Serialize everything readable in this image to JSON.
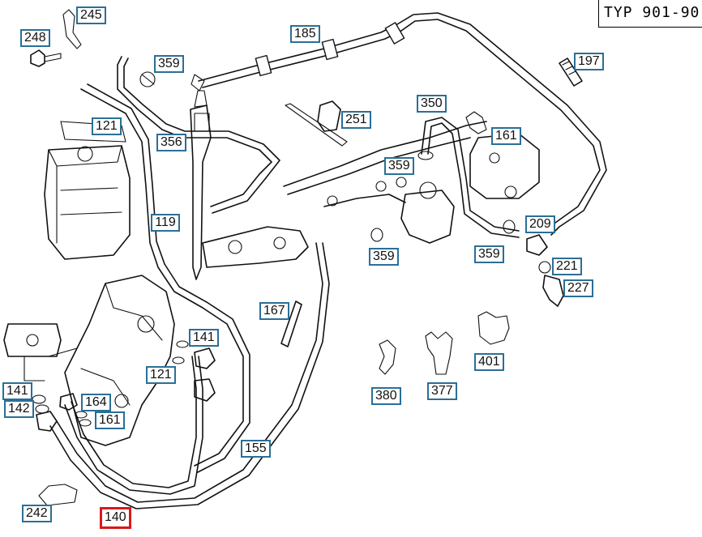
{
  "diagram": {
    "model_label": "TYP 901-90",
    "colors": {
      "callout_border": "#2a6f97",
      "selected_border": "#d7191c",
      "line": "#111111"
    },
    "callouts": [
      {
        "id": "c245",
        "label": "245"
      },
      {
        "id": "c248",
        "label": "248"
      },
      {
        "id": "c185",
        "label": "185"
      },
      {
        "id": "c359a",
        "label": "359"
      },
      {
        "id": "c197",
        "label": "197"
      },
      {
        "id": "c121a",
        "label": "121"
      },
      {
        "id": "c350",
        "label": "350"
      },
      {
        "id": "c251",
        "label": "251"
      },
      {
        "id": "c161a",
        "label": "161"
      },
      {
        "id": "c356",
        "label": "356"
      },
      {
        "id": "c359b",
        "label": "359"
      },
      {
        "id": "c119",
        "label": "119"
      },
      {
        "id": "c209",
        "label": "209"
      },
      {
        "id": "c359c",
        "label": "359"
      },
      {
        "id": "c359d",
        "label": "359"
      },
      {
        "id": "c221",
        "label": "221"
      },
      {
        "id": "c227",
        "label": "227"
      },
      {
        "id": "c167",
        "label": "167"
      },
      {
        "id": "c141a",
        "label": "141"
      },
      {
        "id": "c401",
        "label": "401"
      },
      {
        "id": "c121b",
        "label": "121"
      },
      {
        "id": "c141b",
        "label": "141"
      },
      {
        "id": "c142",
        "label": "142"
      },
      {
        "id": "c164",
        "label": "164"
      },
      {
        "id": "c161b",
        "label": "161"
      },
      {
        "id": "c380",
        "label": "380"
      },
      {
        "id": "c377",
        "label": "377"
      },
      {
        "id": "c155",
        "label": "155"
      },
      {
        "id": "c242",
        "label": "242"
      },
      {
        "id": "c140",
        "label": "140",
        "selected": true
      }
    ]
  }
}
